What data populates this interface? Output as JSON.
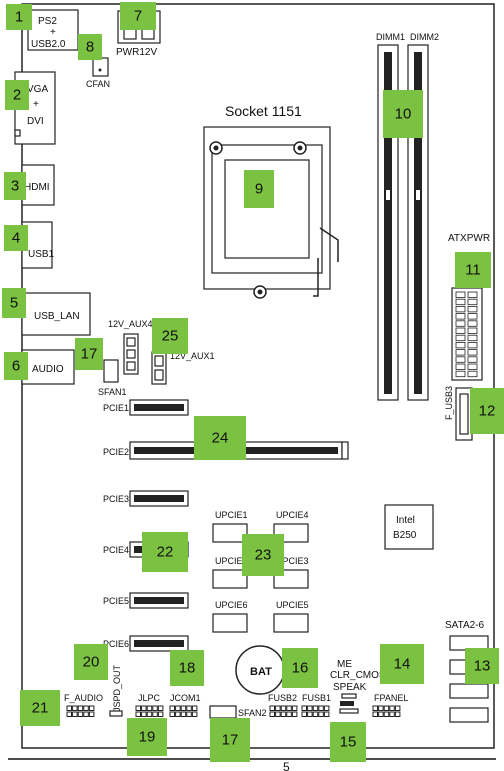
{
  "labels": {
    "ps2": "PS2",
    "ps2_plus": "+",
    "usb20": "USB2.0",
    "pwr12v": "PWR12V",
    "cfan": "CFAN",
    "vga": "VGA",
    "vga_plus": "+",
    "dvi": "DVI",
    "hdmi": "HDMI",
    "usb1": "USB1",
    "usb_lan": "USB_LAN",
    "audio": "AUDIO",
    "socket": "Socket 1151",
    "dimm1": "DIMM1",
    "dimm2": "DIMM2",
    "atxpwr": "ATXPWR",
    "f_usb3": "F_USB3",
    "v12_aux4": "12V_AUX4",
    "v12_aux1": "12V_AUX1",
    "sfan1": "SFAN1",
    "pcie1": "PCIE1",
    "pcie2": "PCIE2",
    "pcie3": "PCIE3",
    "pcie4": "PCIE4",
    "pcie5": "PCIE5",
    "pcie6": "PCIE6",
    "upcie1": "UPCIE1",
    "upcie2": "UPCIE2",
    "upcie3": "UPCIE3",
    "upcie4": "UPCIE4",
    "upcie5": "UPCIE5",
    "upcie6": "UPCIE6",
    "intel": "Intel",
    "b250": "B250",
    "sata": "SATA2-6",
    "bat": "BAT",
    "me": "ME",
    "clr_cmos": "CLR_CMOS",
    "speak": "SPEAK",
    "f_audio": "F_AUDIO",
    "jspd_out": "JSPD_OUT",
    "jlpc": "JLPC",
    "jcom1": "JCOM1",
    "sfan2": "SFAN2",
    "fusb2": "FUSB2",
    "fusb1": "FUSB1",
    "fpanel": "FPANEL",
    "page_number": "5"
  },
  "callouts": [
    "1",
    "2",
    "3",
    "4",
    "5",
    "6",
    "7",
    "8",
    "9",
    "10",
    "11",
    "12",
    "13",
    "14",
    "15",
    "16",
    "17",
    "18",
    "19",
    "20",
    "21",
    "22",
    "23",
    "24",
    "25",
    "17"
  ],
  "colors": {
    "callout": "#7cc242",
    "outline": "#222222"
  }
}
